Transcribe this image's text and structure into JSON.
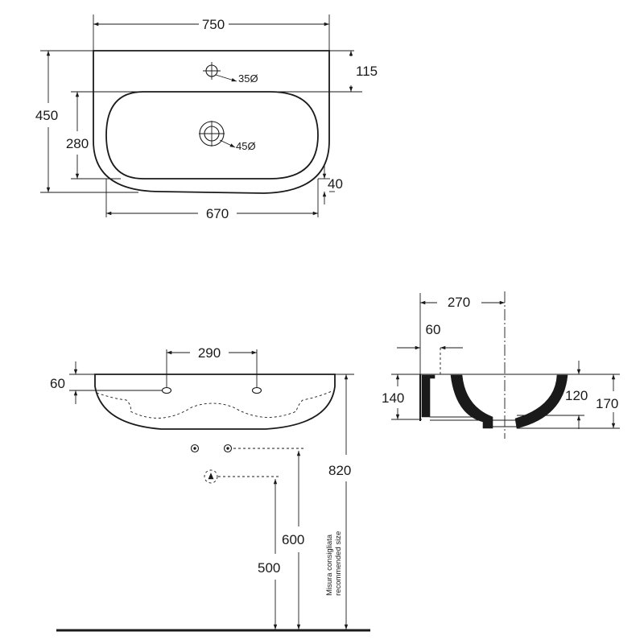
{
  "top_view": {
    "width_total": "750",
    "depth_total": "450",
    "tap_hole_offset": "115",
    "tap_hole_diameter": "35Ø",
    "bowl_depth": "280",
    "drain_diameter": "45Ø",
    "front_rim": "40",
    "bowl_width": "670"
  },
  "front_view": {
    "tap_hole_spacing": "290",
    "top_offset": "60",
    "install_height": "820",
    "recommended_note_line1": "Misura consigliata",
    "recommended_note_line2": "recommended size",
    "supply_height": "600",
    "waste_height": "500"
  },
  "side_view": {
    "depth": "270",
    "tap_offset": "60",
    "rim_height": "140",
    "bowl_height": "120",
    "total_height": "170"
  }
}
